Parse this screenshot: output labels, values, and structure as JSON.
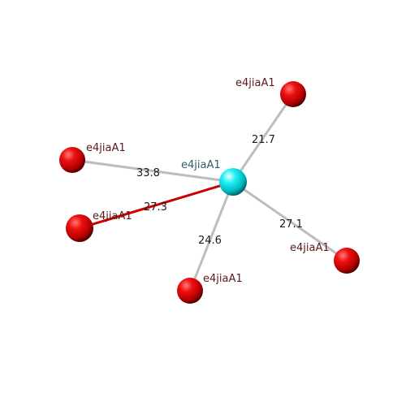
{
  "center_node": {
    "label": "e4jiaA1",
    "color": "#00e5ee",
    "label_color": "#2f5f6a"
  },
  "neighbors": [
    {
      "label": "e4jiaA1",
      "distance": "21.7",
      "highlight": false
    },
    {
      "label": "e4jiaA1",
      "distance": "33.8",
      "highlight": false
    },
    {
      "label": "e4jiaA1",
      "distance": "27.3",
      "highlight": true
    },
    {
      "label": "e4jiaA1",
      "distance": "24.6",
      "highlight": false
    },
    {
      "label": "e4jiaA1",
      "distance": "27.1",
      "highlight": false
    }
  ],
  "colors": {
    "neighbor_node": "#dd0000",
    "neighbor_label": "#5a1a1a",
    "edge_default": "#bdbdbd",
    "edge_highlight": "#cc0000"
  }
}
